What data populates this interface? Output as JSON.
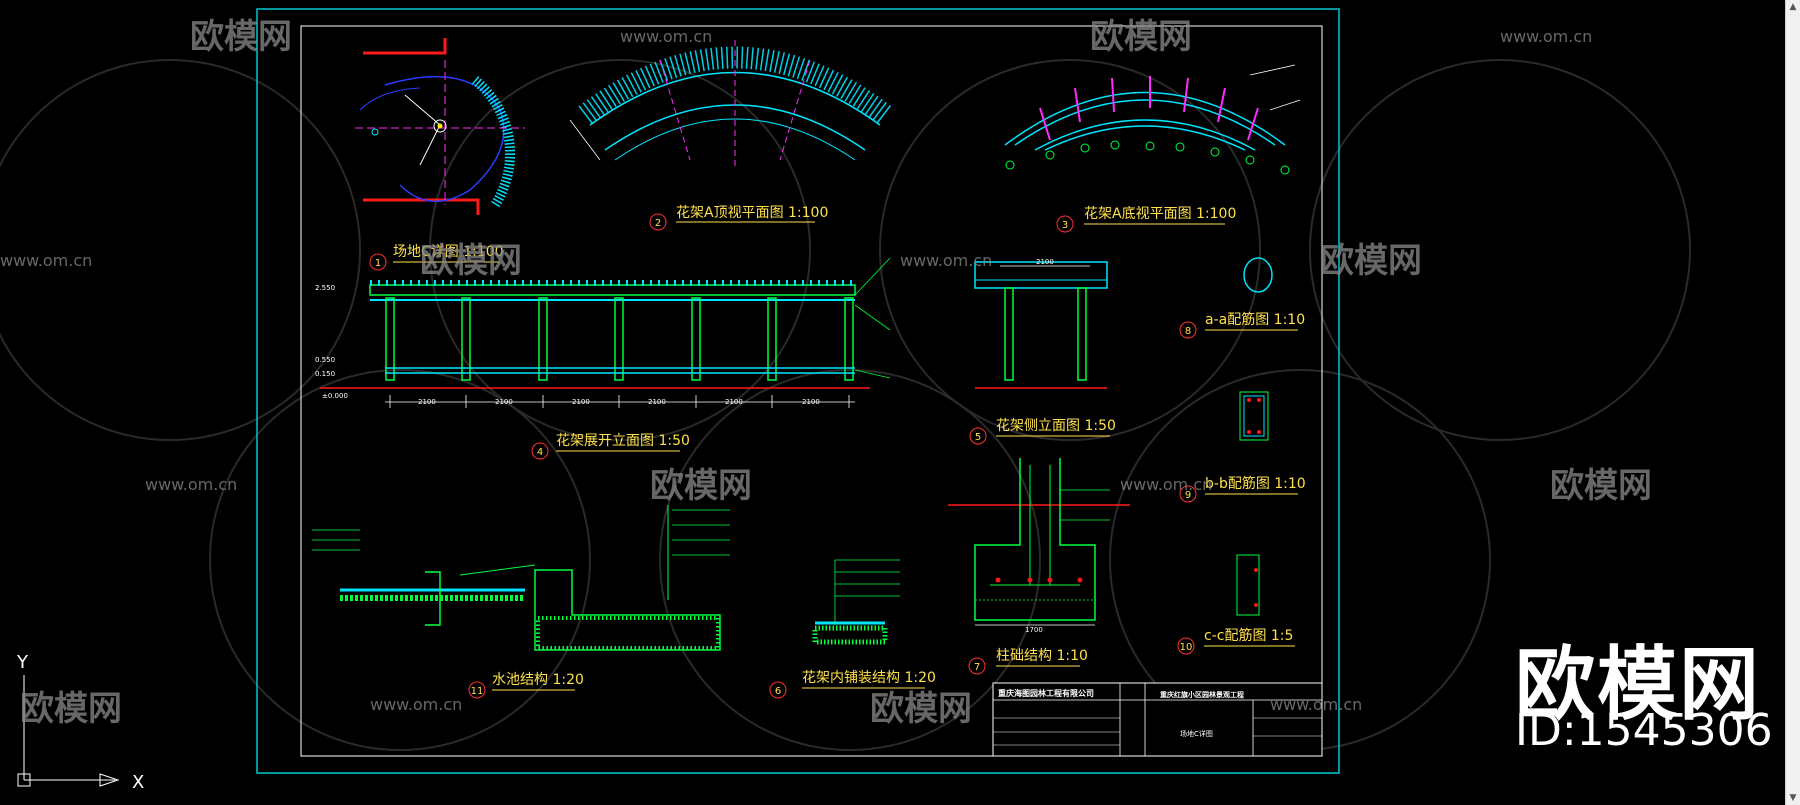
{
  "colors": {
    "background": "#000000",
    "frame_cyan": "#00c8d2",
    "frame_white": "#ffffff",
    "line_green": "#00ff3c",
    "line_cyan": "#00e5ff",
    "line_magenta": "#ff2bff",
    "line_red": "#ff1a1a",
    "line_yellow": "#ffee00",
    "title_yellow": "#ffe14a",
    "blue": "#2a3cff"
  },
  "titles": {
    "t2": "花架A顶视平面图 1:100",
    "t3": "花架A底视平面图 1:100",
    "t1": "场地C详图 1:100",
    "t4": "花架展开立面图 1:50",
    "t5": "花架侧立面图 1:50",
    "t8": "a-a配筋图 1:10",
    "t9": "b-b配筋图 1:10",
    "t7": "柱础结构 1:10",
    "t10": "c-c配筋图 1:5",
    "t11": "水池结构 1:20",
    "t6": "花架内铺装结构 1:20"
  },
  "circle_numbers": {
    "n1": "1",
    "n2": "2",
    "n3": "3",
    "n4": "4",
    "n5": "5",
    "n6": "6",
    "n7": "7",
    "n8": "8",
    "n9": "9",
    "n10": "10",
    "n11": "11"
  },
  "dims": {
    "spans": [
      "2100",
      "2100",
      "2100",
      "2100",
      "2100",
      "2100"
    ],
    "side_width": "2100",
    "found_width": "1700",
    "elev_top": "2.550",
    "elev_mid": "0.550",
    "elev_low": "0.150",
    "elev_base": "±0.000"
  },
  "title_block": {
    "company": "重庆海图园林工程有限公司",
    "project": "重庆红旗小区园林景观工程",
    "drawing": "场地C详图"
  },
  "watermark": {
    "brand": "欧模网",
    "url": "www.om.cn",
    "id": "ID:1545306"
  },
  "ucs": {
    "y_label": "Y",
    "x_label": "X"
  }
}
